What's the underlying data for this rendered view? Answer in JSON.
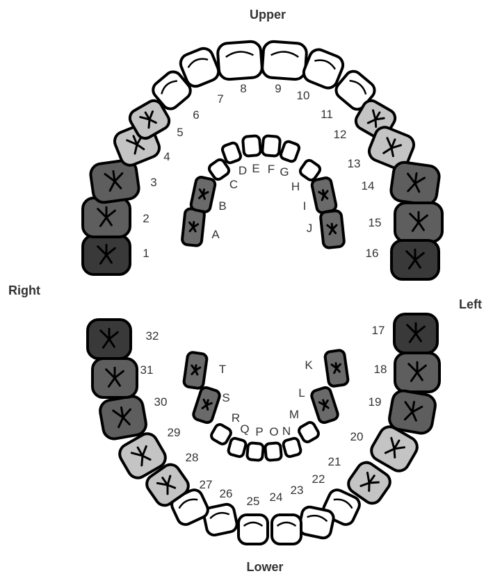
{
  "labels": {
    "upper": "Upper",
    "lower": "Lower",
    "right": "Right",
    "left": "Left"
  },
  "colors": {
    "molar": "#5e5e5e",
    "molar_third": "#393939",
    "premolar": "#c4c4c4",
    "primary_molar": "#6a6a6a",
    "anterior": "#ffffff",
    "outline": "#000000"
  },
  "permanent_teeth": [
    {
      "num": "1",
      "type": "molar_third"
    },
    {
      "num": "2",
      "type": "molar"
    },
    {
      "num": "3",
      "type": "molar"
    },
    {
      "num": "4",
      "type": "premolar"
    },
    {
      "num": "5",
      "type": "premolar"
    },
    {
      "num": "6",
      "type": "anterior"
    },
    {
      "num": "7",
      "type": "anterior"
    },
    {
      "num": "8",
      "type": "anterior"
    },
    {
      "num": "9",
      "type": "anterior"
    },
    {
      "num": "10",
      "type": "anterior"
    },
    {
      "num": "11",
      "type": "anterior"
    },
    {
      "num": "12",
      "type": "premolar"
    },
    {
      "num": "13",
      "type": "premolar"
    },
    {
      "num": "14",
      "type": "molar"
    },
    {
      "num": "15",
      "type": "molar"
    },
    {
      "num": "16",
      "type": "molar_third"
    },
    {
      "num": "17",
      "type": "molar_third"
    },
    {
      "num": "18",
      "type": "molar"
    },
    {
      "num": "19",
      "type": "molar"
    },
    {
      "num": "20",
      "type": "premolar"
    },
    {
      "num": "21",
      "type": "premolar"
    },
    {
      "num": "22",
      "type": "anterior"
    },
    {
      "num": "23",
      "type": "anterior"
    },
    {
      "num": "24",
      "type": "anterior"
    },
    {
      "num": "25",
      "type": "anterior"
    },
    {
      "num": "26",
      "type": "anterior"
    },
    {
      "num": "27",
      "type": "anterior"
    },
    {
      "num": "28",
      "type": "premolar"
    },
    {
      "num": "29",
      "type": "premolar"
    },
    {
      "num": "30",
      "type": "molar"
    },
    {
      "num": "31",
      "type": "molar"
    },
    {
      "num": "32",
      "type": "molar_third"
    }
  ],
  "primary_teeth": [
    {
      "num": "A",
      "type": "primary_molar"
    },
    {
      "num": "B",
      "type": "primary_molar"
    },
    {
      "num": "C",
      "type": "anterior"
    },
    {
      "num": "D",
      "type": "anterior"
    },
    {
      "num": "E",
      "type": "anterior"
    },
    {
      "num": "F",
      "type": "anterior"
    },
    {
      "num": "G",
      "type": "anterior"
    },
    {
      "num": "H",
      "type": "anterior"
    },
    {
      "num": "I",
      "type": "primary_molar"
    },
    {
      "num": "J",
      "type": "primary_molar"
    },
    {
      "num": "K",
      "type": "primary_molar"
    },
    {
      "num": "L",
      "type": "primary_molar"
    },
    {
      "num": "M",
      "type": "anterior"
    },
    {
      "num": "N",
      "type": "anterior"
    },
    {
      "num": "O",
      "type": "anterior"
    },
    {
      "num": "P",
      "type": "anterior"
    },
    {
      "num": "Q",
      "type": "anterior"
    },
    {
      "num": "R",
      "type": "anterior"
    },
    {
      "num": "S",
      "type": "primary_molar"
    },
    {
      "num": "T",
      "type": "primary_molar"
    }
  ]
}
